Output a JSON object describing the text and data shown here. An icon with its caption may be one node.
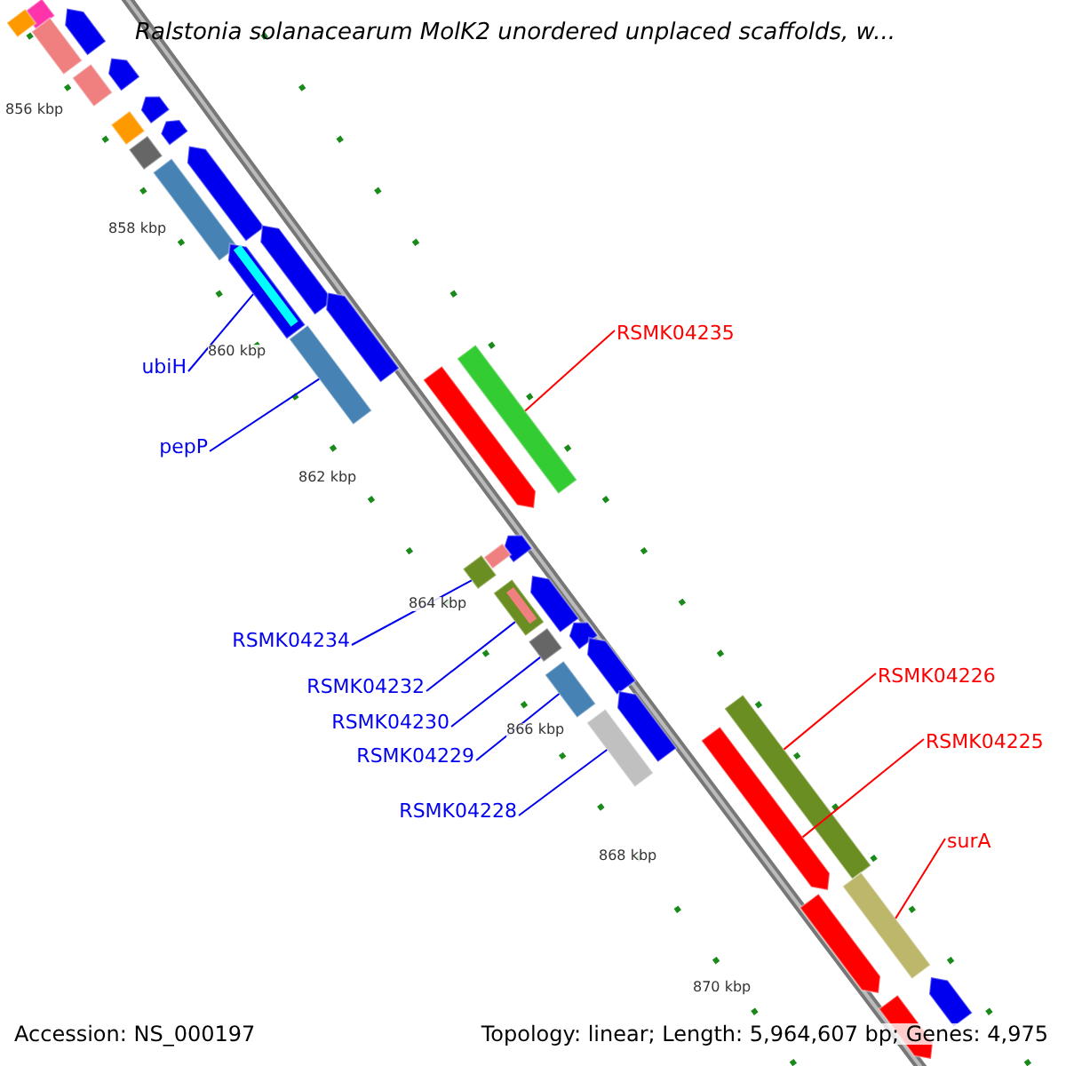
{
  "diagram": {
    "title": "Ralstonia solanacearum MolK2 unordered unplaced scaffolds, w...",
    "nodes": [
      {
        "text": [
          "ubiH"
        ]
      },
      {
        "text": [
          "pepP"
        ]
      },
      {
        "text": [
          "RSMK04235"
        ]
      },
      {
        "text": [
          "RSMK04234"
        ]
      },
      {
        "text": [
          "RSMK04232"
        ]
      },
      {
        "text": [
          "RSMK04230"
        ]
      },
      {
        "text": [
          "RSMK04229"
        ]
      },
      {
        "text": [
          "RSMK04228"
        ]
      },
      {
        "text": [
          "RSMK04226"
        ]
      },
      {
        "text": [
          "RSMK04225"
        ]
      },
      {
        "text": [
          "surA"
        ]
      },
      {
        "text": [],
        "shape": "bar"
      },
      {
        "text": [],
        "shape": "bar"
      },
      {
        "text": [],
        "shape": "bar"
      },
      {
        "text": [],
        "shape": "bar"
      },
      {
        "text": [],
        "shape": "bar"
      },
      {
        "text": [],
        "shape": "bar"
      },
      {
        "text": [],
        "shape": "bar"
      },
      {
        "text": [],
        "shape": "bar"
      },
      {
        "text": [],
        "shape": "bar"
      },
      {
        "text": [],
        "shape": "bar"
      },
      {
        "text": [],
        "shape": "bar"
      },
      {
        "text": [],
        "shape": "bar"
      },
      {
        "text": [],
        "shape": "bar"
      },
      {
        "text": [],
        "shape": "bar"
      },
      {
        "text": [],
        "shape": "bar"
      },
      {
        "text": [],
        "shape": "bar"
      },
      {
        "text": [],
        "shape": "bar"
      },
      {
        "text": [],
        "shape": "bar"
      },
      {
        "text": [],
        "shape": "bar"
      },
      {
        "text": [],
        "shape": "bar"
      },
      {
        "text": [],
        "shape": "bar"
      },
      {
        "text": [],
        "shape": "bar"
      },
      {
        "text": [],
        "shape": "bar"
      },
      {
        "text": [],
        "shape": "bar"
      },
      {
        "text": [],
        "shape": "bar"
      },
      {
        "text": [],
        "shape": "bar"
      },
      {
        "text": [],
        "shape": "bar"
      },
      {
        "text": [],
        "shape": "bar"
      },
      {
        "text": [],
        "shape": "bar"
      },
      {
        "text": [],
        "shape": "bar"
      },
      {
        "text": [],
        "shape": "bar"
      },
      {
        "text": [],
        "shape": "bar"
      },
      {
        "text": [],
        "shape": "bar"
      },
      {
        "text": [],
        "shape": "bar"
      },
      {
        "text": [],
        "shape": "bar"
      }
    ],
    "edges": [
      {
        "from": 0,
        "to": 24,
        "arrow": "none"
      },
      {
        "from": 1,
        "to": 26,
        "arrow": "none"
      },
      {
        "from": 2,
        "to": 27,
        "arrow": "none",
        "color": "#ff0000"
      },
      {
        "from": 3,
        "to": 31,
        "arrow": "none"
      },
      {
        "from": 4,
        "to": 33,
        "arrow": "none"
      },
      {
        "from": 5,
        "to": 35,
        "arrow": "none"
      },
      {
        "from": 6,
        "to": 37,
        "arrow": "none"
      },
      {
        "from": 7,
        "to": 39,
        "arrow": "none"
      },
      {
        "from": 8,
        "to": 40,
        "arrow": "none",
        "color": "#ff0000"
      },
      {
        "from": 9,
        "to": 41,
        "arrow": "none",
        "color": "#ff0000"
      },
      {
        "from": 10,
        "to": 42,
        "arrow": "none",
        "color": "#ff0000"
      }
    ],
    "labels": [
      "856 kbp",
      "858 kbp",
      "860 kbp",
      "862 kbp",
      "864 kbp",
      "866 kbp",
      "868 kbp",
      "870 kbp",
      "Accession: NS_000197",
      "Topology: linear; Length: 5,964,607 bp; Genes: 4,975"
    ]
  }
}
